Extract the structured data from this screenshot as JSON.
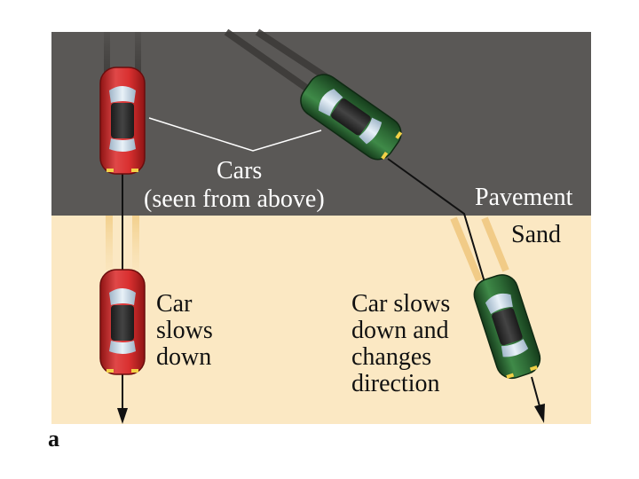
{
  "colors": {
    "pavement": "#5a5856",
    "sand": "#fbe8c3",
    "red_car": "#cf2a2a",
    "green_car": "#2f6b37",
    "path_line": "#111111",
    "label_on_pavement": "#ffffff"
  },
  "labels": {
    "cars_title": "Cars",
    "cars_subtitle": "(seen from above)",
    "pavement": "Pavement",
    "sand": "Sand",
    "car_slows_down": [
      "Car",
      "slows",
      "down"
    ],
    "car_slows_changes": [
      "Car slows",
      "down and",
      "changes",
      "direction"
    ],
    "panel_letter": "a"
  }
}
